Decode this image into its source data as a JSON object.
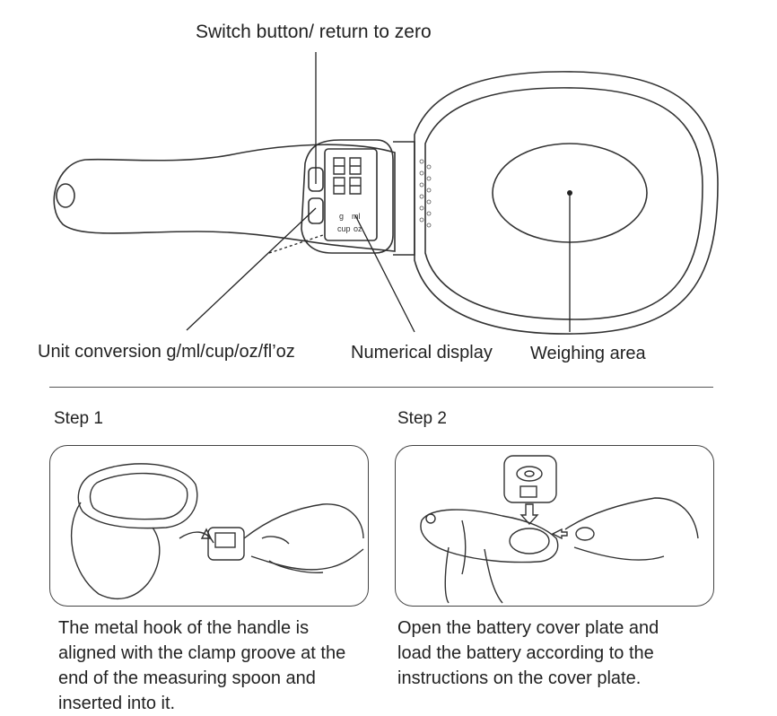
{
  "callouts": {
    "switch_button": "Switch button/ return to zero",
    "unit_conversion": "Unit conversion g/ml/cup/oz/fl’oz",
    "numerical_display": "Numerical display",
    "weighing_area": "Weighing area"
  },
  "display_units": [
    "g",
    "ml",
    "cup",
    "oz"
  ],
  "steps": [
    {
      "title": "Step 1",
      "caption_lines": [
        "The metal hook of the handle is",
        "aligned with the clamp groove at the",
        "end of the measuring spoon and",
        "inserted into it."
      ]
    },
    {
      "title": "Step 2",
      "caption_lines": [
        "Open the battery cover plate and",
        "load the battery according to the",
        "instructions on the cover plate."
      ]
    }
  ]
}
